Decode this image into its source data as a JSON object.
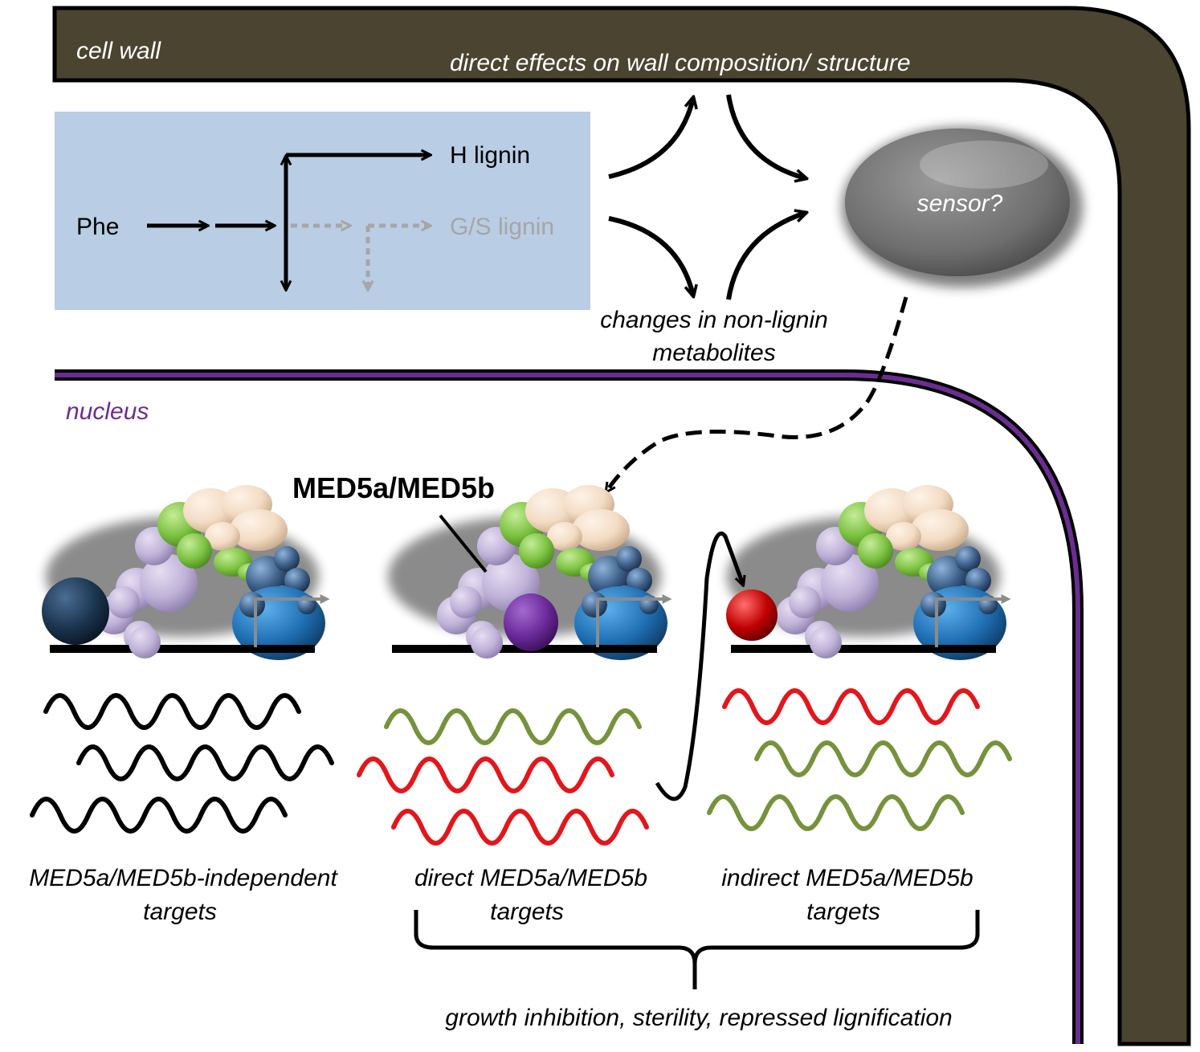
{
  "labels": {
    "cell_wall": "cell wall",
    "direct_effects": "direct effects on wall composition/ structure",
    "sensor": "sensor?",
    "changes_line1": "changes in non-lignin",
    "changes_line2": "metabolites",
    "nucleus": "nucleus",
    "phe": "Phe",
    "h_lignin": "H lignin",
    "gs_lignin": "G/S lignin",
    "med5": "MED5a/MED5b",
    "independent_line1": "MED5a/MED5b-independent",
    "independent_line2": "targets",
    "direct_line1": "direct MED5a/MED5b",
    "direct_line2": "targets",
    "indirect_line1": "indirect MED5a/MED5b",
    "indirect_line2": "targets",
    "phenotype": "growth inhibition, sterility, repressed lignification"
  },
  "colors": {
    "cell_wall": "#4a4430",
    "nucleus": "#6a2d91",
    "pathway_box": "#b9cde4",
    "sensor": "#777777",
    "mediator_lilac": "#bfb2d8",
    "mediator_green": "#7cc242",
    "mediator_peach": "#f3dcc4",
    "mediator_blue": "#1f6fb4",
    "mediator_darkblue": "#3c5f88",
    "activator_navy": "#1b3550",
    "activator_purple": "#6a2a9a",
    "activator_red": "#c00000",
    "transcript_black": "#000000",
    "transcript_green": "#76923c",
    "transcript_red": "#e3161b",
    "gs_gray": "#a6a6a6"
  },
  "icons": [
    "mediator-complex-icon",
    "promoter-arrow-icon",
    "transcript-wave-icon",
    "sensor-icon"
  ]
}
